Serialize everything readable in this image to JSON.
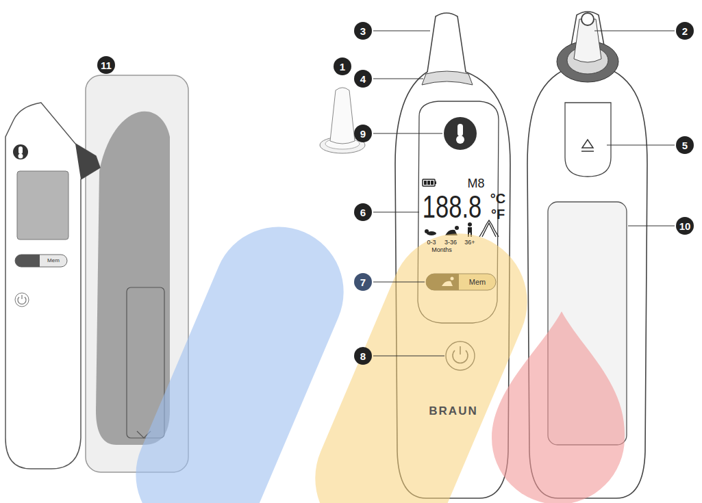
{
  "diagram": {
    "labels": [
      "1",
      "2",
      "3",
      "4",
      "5",
      "6",
      "7",
      "8",
      "9",
      "10",
      "11",
      "M8",
      "188.8",
      "°C",
      "°F",
      "0-3",
      "3-36",
      "36+",
      "Months",
      "Mem",
      "BRAUN",
      "Mem"
    ]
  }
}
